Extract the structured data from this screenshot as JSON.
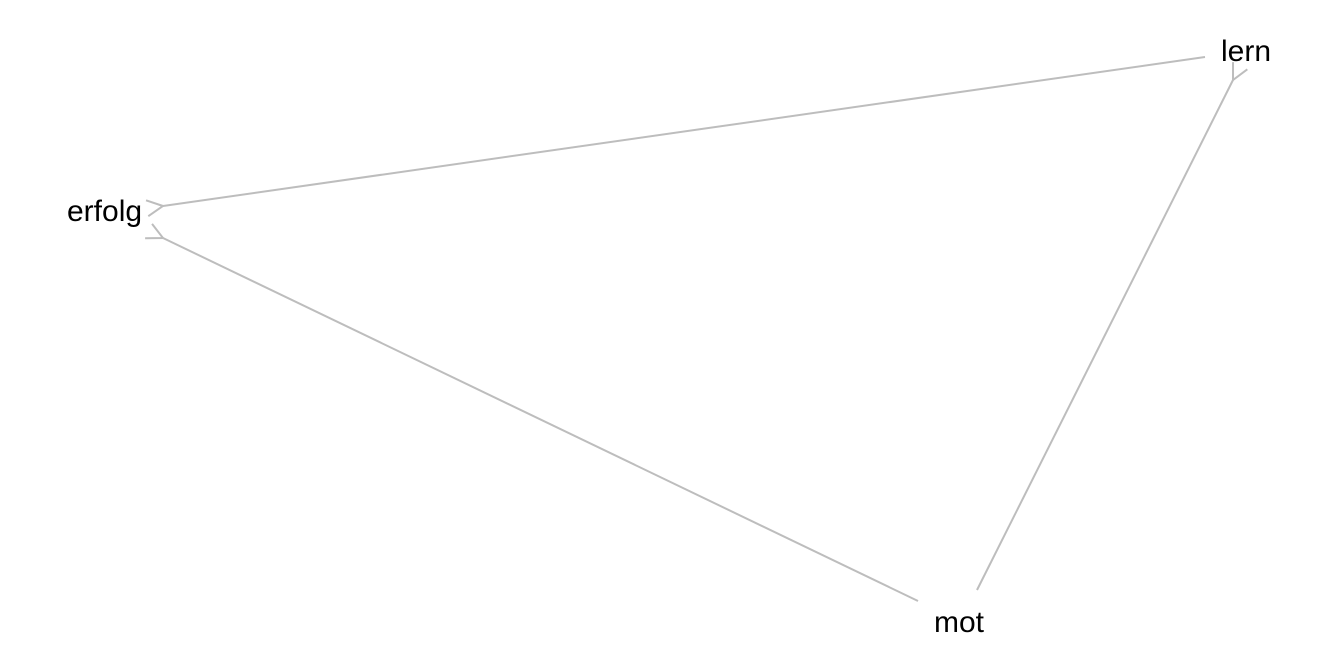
{
  "diagram": {
    "type": "directed-graph",
    "edge_color": "#bdbdbd",
    "text_color": "#000000",
    "background": "#ffffff",
    "nodes": [
      {
        "id": "lern",
        "label": "lern"
      },
      {
        "id": "erfolg",
        "label": "erfolg"
      },
      {
        "id": "mot",
        "label": "mot"
      }
    ],
    "edges": [
      {
        "from": "lern",
        "to": "erfolg"
      },
      {
        "from": "mot",
        "to": "erfolg"
      },
      {
        "from": "mot",
        "to": "lern"
      }
    ]
  }
}
